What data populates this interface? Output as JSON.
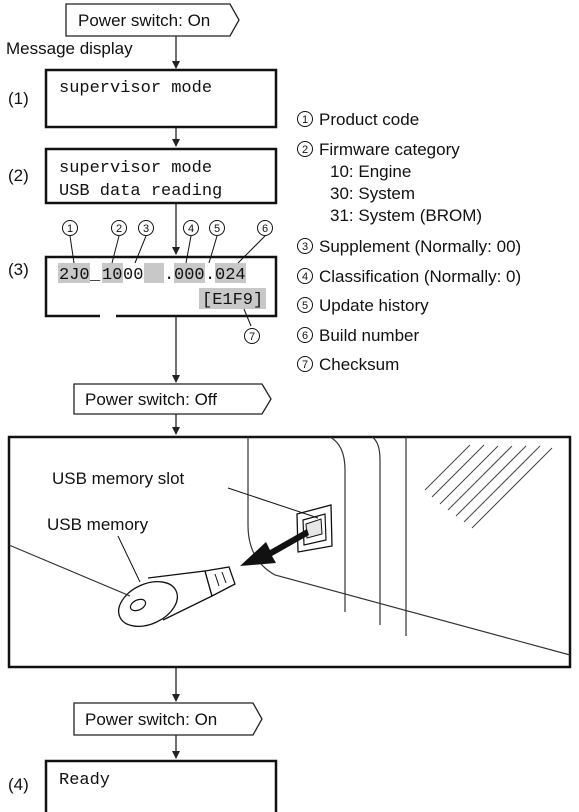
{
  "flow": {
    "power_on_1": "Power switch: On",
    "message_display": "Message display",
    "power_off": "Power switch: Off",
    "power_on_2": "Power switch: On"
  },
  "steps": {
    "s1": {
      "label": "(1)",
      "line1": "supervisor mode"
    },
    "s2": {
      "label": "(2)",
      "line1": "supervisor mode",
      "line2": "USB data reading"
    },
    "s3": {
      "label": "(3)",
      "segments": [
        "2J0",
        "_",
        "10",
        "00",
        ".",
        "000",
        ".",
        "024"
      ],
      "checksum": "[E1F9]",
      "markers": [
        "1",
        "2",
        "3",
        "4",
        "5",
        "6",
        "7"
      ]
    },
    "s4": {
      "label": "(4)",
      "line1": "Ready"
    }
  },
  "legend": {
    "items": [
      {
        "num": "1",
        "text": "Product code"
      },
      {
        "num": "2",
        "text": "Firmware category"
      },
      {
        "num": "",
        "text": "10: Engine"
      },
      {
        "num": "",
        "text": "30: System"
      },
      {
        "num": "",
        "text": "31: System (BROM)"
      },
      {
        "num": "3",
        "text": "Supplement (Normally: 00)"
      },
      {
        "num": "4",
        "text": "Classification (Normally: 0)"
      },
      {
        "num": "5",
        "text": "Update history"
      },
      {
        "num": "6",
        "text": "Build number"
      },
      {
        "num": "7",
        "text": "Checksum"
      }
    ]
  },
  "illustration": {
    "slot_label": "USB memory slot",
    "memory_label": "USB memory"
  }
}
